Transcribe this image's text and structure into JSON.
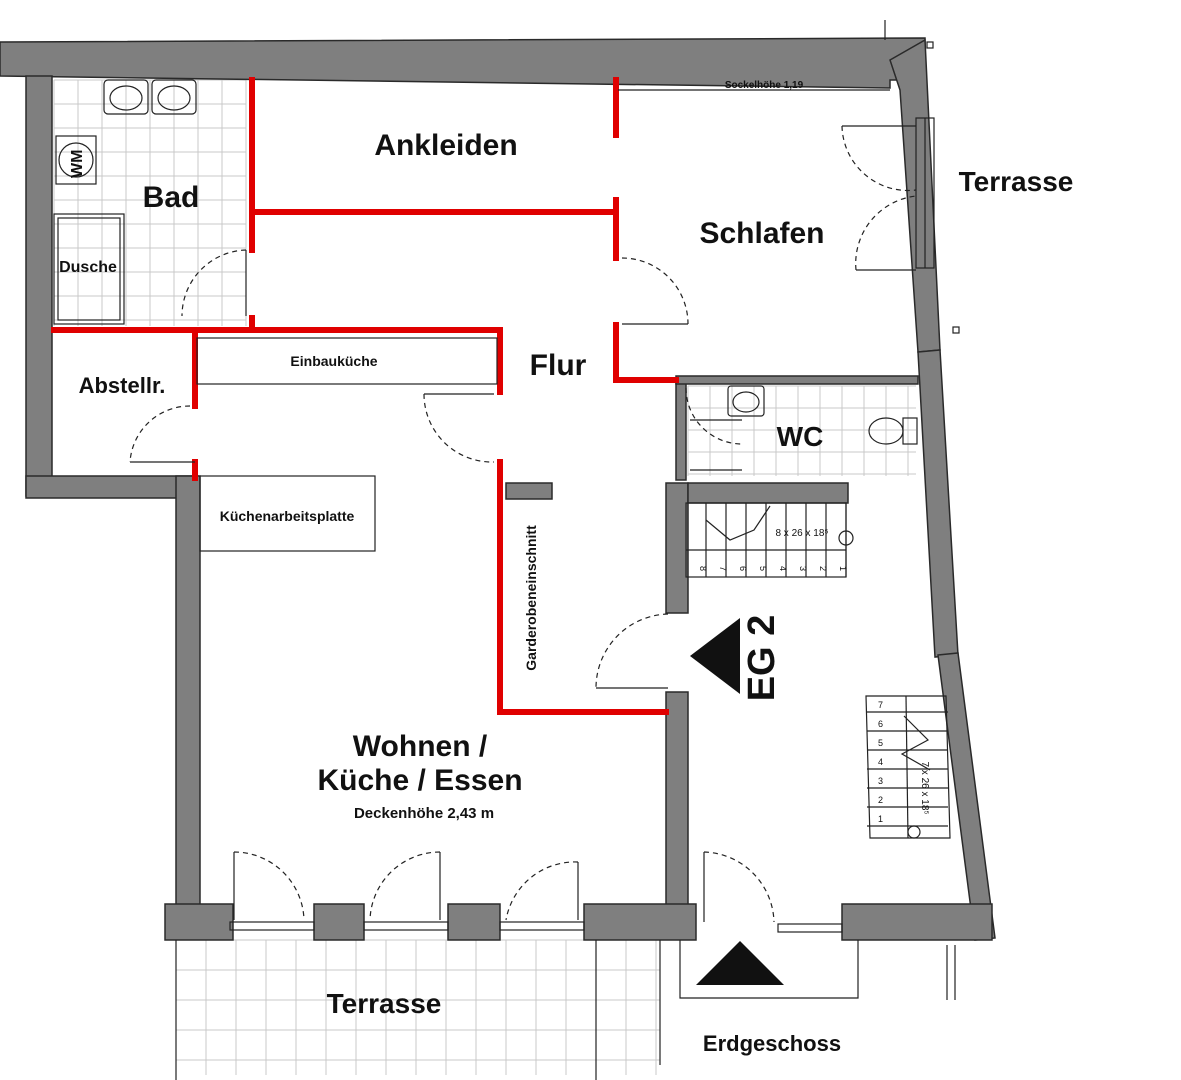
{
  "rooms": {
    "ankleiden": "Ankleiden",
    "bad": "Bad",
    "dusche": "Dusche",
    "schlafen": "Schlafen",
    "terrasse_right": "Terrasse",
    "flur": "Flur",
    "einbaukueche": "Einbauküche",
    "abstellraum": "Abstellr.",
    "wc": "WC",
    "kuechenarbeitsplatte": "Küchenarbeitsplatte",
    "garderobe": "Garderobeneinschnitt",
    "wohnen_line1": "Wohnen /",
    "wohnen_line2": "Küche / Essen",
    "terrasse_bottom": "Terrasse"
  },
  "annotations": {
    "sockelhoehe": "Sockelhöhe 1,19",
    "deckenhoehe": "Deckenhöhe 2,43 m",
    "stairs_upper": "8 x 26 x 18⁵",
    "stairs_lower": "7 x 26 x 18⁵",
    "level_label": "EG 2",
    "floor_name": "Erdgeschoss",
    "wm_label": "WM"
  },
  "stairs_upper_steps": [
    "8",
    "7",
    "6",
    "5",
    "4",
    "3",
    "2",
    "1"
  ],
  "stairs_lower_steps": [
    "7",
    "6",
    "5",
    "4",
    "3",
    "2",
    "1"
  ],
  "colors": {
    "wall": "#7f7f7f",
    "new_wall": "#e00000",
    "background": "#ffffff"
  }
}
